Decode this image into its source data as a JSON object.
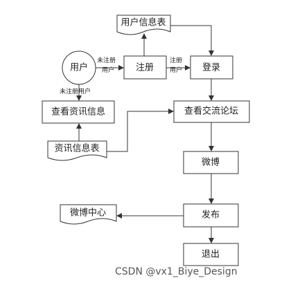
{
  "nodes": {
    "user": {
      "label": "用户"
    },
    "register": {
      "label": "注册"
    },
    "login": {
      "label": "登录"
    },
    "user_table": {
      "label": "用户信息表"
    },
    "view_info": {
      "label": "查看资讯信息"
    },
    "info_table": {
      "label": "资讯信息表"
    },
    "forum": {
      "label": "查看交流论坛"
    },
    "weibo": {
      "label": "微博"
    },
    "publish": {
      "label": "发布"
    },
    "weibo_center": {
      "label": "微博中心"
    },
    "logout": {
      "label": "退出"
    }
  },
  "edge_labels": {
    "user_to_register_line1": "未注册",
    "user_to_register_line2": "用户",
    "register_to_login_line1": "注册",
    "register_to_login_line2": "用户",
    "user_to_view": "未注册用户"
  },
  "watermark": "CSDN @vx1_Biye_Design",
  "colors": {
    "stroke": "#333333",
    "fill": "#ffffff",
    "text": "#222222"
  }
}
